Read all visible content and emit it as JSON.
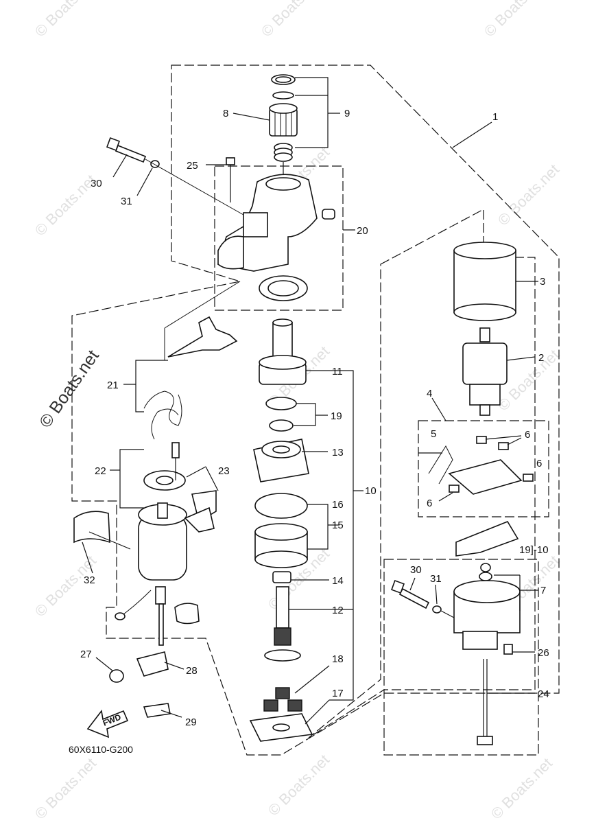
{
  "diagram": {
    "part_code": "60X6110-G200",
    "direction_label": "FWD",
    "watermark_text": "© Boats.net",
    "callouts": [
      {
        "id": "c1",
        "label": "1"
      },
      {
        "id": "c2",
        "label": "2"
      },
      {
        "id": "c3",
        "label": "3"
      },
      {
        "id": "c4",
        "label": "4"
      },
      {
        "id": "c5",
        "label": "5"
      },
      {
        "id": "c6a",
        "label": "6"
      },
      {
        "id": "c6b",
        "label": "6"
      },
      {
        "id": "c6c",
        "label": "6"
      },
      {
        "id": "c7",
        "label": "7"
      },
      {
        "id": "c8",
        "label": "8"
      },
      {
        "id": "c9",
        "label": "9"
      },
      {
        "id": "c10a",
        "label": "10"
      },
      {
        "id": "c10b",
        "label": "19]-10"
      },
      {
        "id": "c11",
        "label": "11"
      },
      {
        "id": "c12",
        "label": "12"
      },
      {
        "id": "c13",
        "label": "13"
      },
      {
        "id": "c14",
        "label": "14"
      },
      {
        "id": "c15",
        "label": "15"
      },
      {
        "id": "c16",
        "label": "16"
      },
      {
        "id": "c17",
        "label": "17"
      },
      {
        "id": "c18",
        "label": "18"
      },
      {
        "id": "c19",
        "label": "19"
      },
      {
        "id": "c20",
        "label": "20"
      },
      {
        "id": "c21",
        "label": "21"
      },
      {
        "id": "c22",
        "label": "22"
      },
      {
        "id": "c23",
        "label": "23"
      },
      {
        "id": "c24",
        "label": "24"
      },
      {
        "id": "c25",
        "label": "25"
      },
      {
        "id": "c26",
        "label": "26"
      },
      {
        "id": "c27",
        "label": "27"
      },
      {
        "id": "c28",
        "label": "28"
      },
      {
        "id": "c29",
        "label": "29"
      },
      {
        "id": "c30a",
        "label": "30"
      },
      {
        "id": "c30b",
        "label": "30"
      },
      {
        "id": "c31a",
        "label": "31"
      },
      {
        "id": "c31b",
        "label": "31"
      },
      {
        "id": "c32",
        "label": "32"
      }
    ]
  }
}
